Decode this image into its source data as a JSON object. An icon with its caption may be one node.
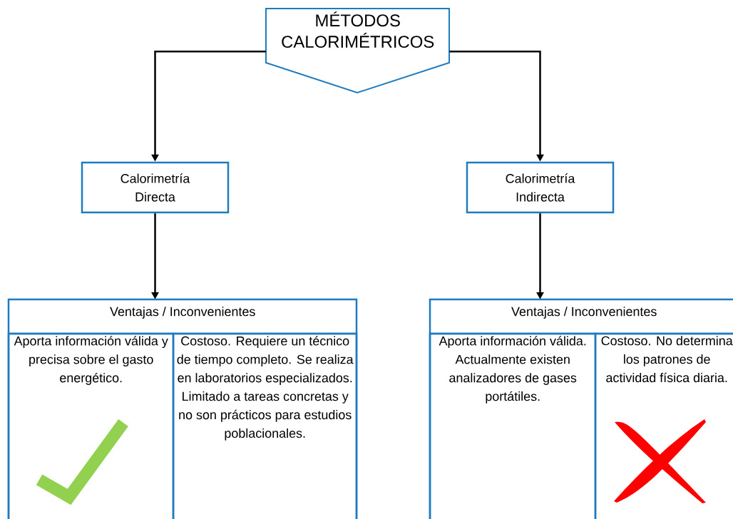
{
  "diagram": {
    "nodes": [
      {
        "text": [
          "MÉTODOS CALORIMÉTRICOS"
        ]
      },
      {
        "text": [
          "Calorimetría Directa"
        ]
      },
      {
        "text": [
          "Calorimetría Indirecta"
        ]
      },
      {
        "text": [
          "Ventajas / Inconvenientes"
        ]
      },
      {
        "text": [
          "Aporta información válida y precisa sobre el gasto energético."
        ],
        "in": 3
      },
      {
        "text": [
          "Costoso. Requiere un técnico de tiempo completo. Se realiza en laboratorios especializados. Limitado a tareas concretas y no son prácticos para estudios poblacionales."
        ],
        "in": 3
      },
      {
        "text": [
          "Ventajas / Inconvenientes"
        ]
      },
      {
        "text": [
          "Aporta información válida. Actualmente existen analizadores de gases portátiles."
        ],
        "in": 6
      },
      {
        "text": [
          "Costoso. No determina los patrones de actividad física diaria."
        ],
        "in": 6
      }
    ],
    "edges": [
      {
        "from": 0,
        "to": 1,
        "arrow": "to"
      },
      {
        "from": 0,
        "to": 2,
        "arrow": "to"
      },
      {
        "from": 1,
        "to": 3,
        "arrow": "to"
      },
      {
        "from": 2,
        "to": 6,
        "arrow": "to"
      }
    ]
  }
}
